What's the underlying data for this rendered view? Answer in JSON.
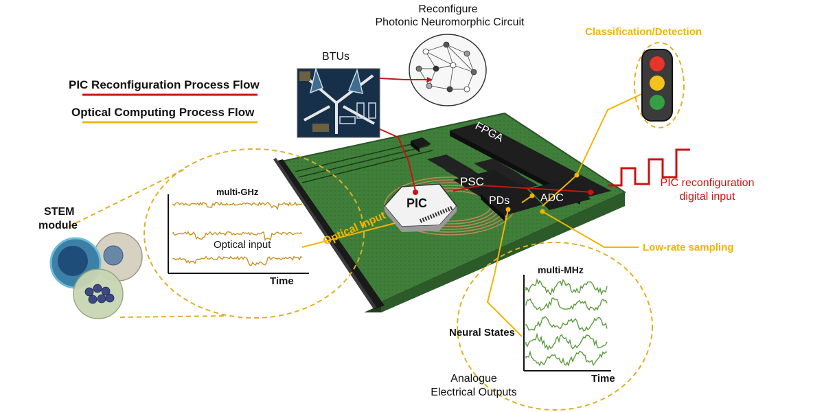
{
  "legend": {
    "reconfig_flow": "PIC Reconfiguration Process Flow",
    "optical_flow": "Optical Computing Process Flow",
    "reconfig_color": "#cc1111",
    "optical_color": "#f2b400"
  },
  "top": {
    "reconfigure_line1": "Reconfigure",
    "reconfigure_line2": "Photonic Neuromorphic Circuit",
    "btus": "BTUs"
  },
  "board": {
    "fpga": "FPGA",
    "psc": "PSC",
    "pds": "PDs",
    "adc": "ADC",
    "pic": "PIC",
    "optical_input": "Optical Input",
    "board_color": "#3f7f3a"
  },
  "right": {
    "classification": "Classification/Detection",
    "reconfig_input_line1": "PIC reconfiguration",
    "reconfig_input_line2": "digital input",
    "low_rate": "Low-rate sampling",
    "traffic_light": [
      "red",
      "yellow",
      "green"
    ]
  },
  "left": {
    "stem_line1": "STEM",
    "stem_line2": "module",
    "multi_ghz": "multi-GHz",
    "optical_input_label": "Optical input",
    "time": "Time"
  },
  "bottom": {
    "multi_mhz": "multi-MHz",
    "neural_states": "Neural States",
    "time": "Time",
    "analogue_line1": "Analogue",
    "analogue_line2": "Electrical Outputs"
  }
}
